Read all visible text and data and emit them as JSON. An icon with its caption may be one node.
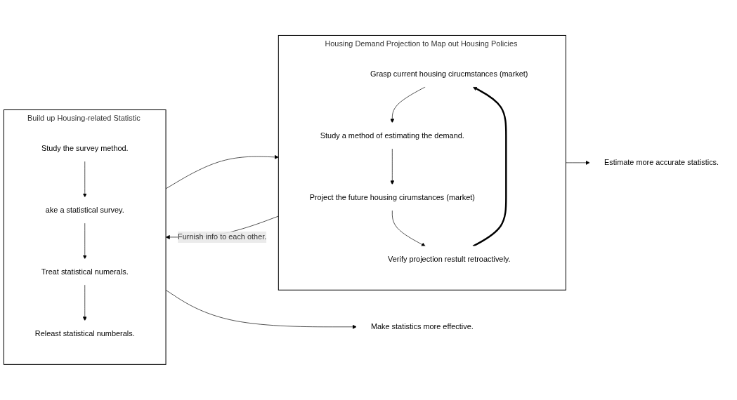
{
  "diagram": {
    "nodes": [
      {
        "text": [
          "Housing Demand Projection to Map out Housing Policies"
        ]
      },
      {
        "text": [
          "Grasp current housing cirucmstances (market)"
        ],
        "in": 0
      },
      {
        "text": [
          "Study a method of estimating the demand."
        ],
        "in": 0
      },
      {
        "text": [
          "Project the future housing cirumstances (market)"
        ],
        "in": 0
      },
      {
        "text": [
          "Verify projection restult retroactively."
        ],
        "in": 0
      },
      {
        "text": [
          "Build up Housing-related Statistic"
        ]
      },
      {
        "text": [
          "Study the survey method."
        ],
        "in": 5
      },
      {
        "text": [
          "ake a statistical survey."
        ],
        "in": 5
      },
      {
        "text": [
          "Treat statistical numerals."
        ],
        "in": 5
      },
      {
        "text": [
          "Releast statistical numberals."
        ],
        "in": 5
      },
      {
        "text": [
          "Estimate more accurate statistics."
        ]
      },
      {
        "text": [
          "Make statistics more effective."
        ]
      }
    ],
    "edges": [
      {
        "from": 1,
        "to": 2,
        "arrow": "to"
      },
      {
        "from": 2,
        "to": 3,
        "arrow": "to"
      },
      {
        "from": 3,
        "to": 4,
        "arrow": "to"
      },
      {
        "from": 4,
        "to": 1,
        "arrow": "to",
        "style": "thick"
      },
      {
        "from": 0,
        "to": 5,
        "arrow": "to",
        "label": "Furnish info to each other."
      },
      {
        "from": 5,
        "to": 0,
        "arrow": "to"
      },
      {
        "from": 6,
        "to": 7,
        "arrow": "to"
      },
      {
        "from": 7,
        "to": 8,
        "arrow": "to"
      },
      {
        "from": 8,
        "to": 9,
        "arrow": "to"
      },
      {
        "from": 0,
        "to": 10,
        "arrow": "to"
      },
      {
        "from": 5,
        "to": 11,
        "arrow": "to"
      }
    ]
  }
}
